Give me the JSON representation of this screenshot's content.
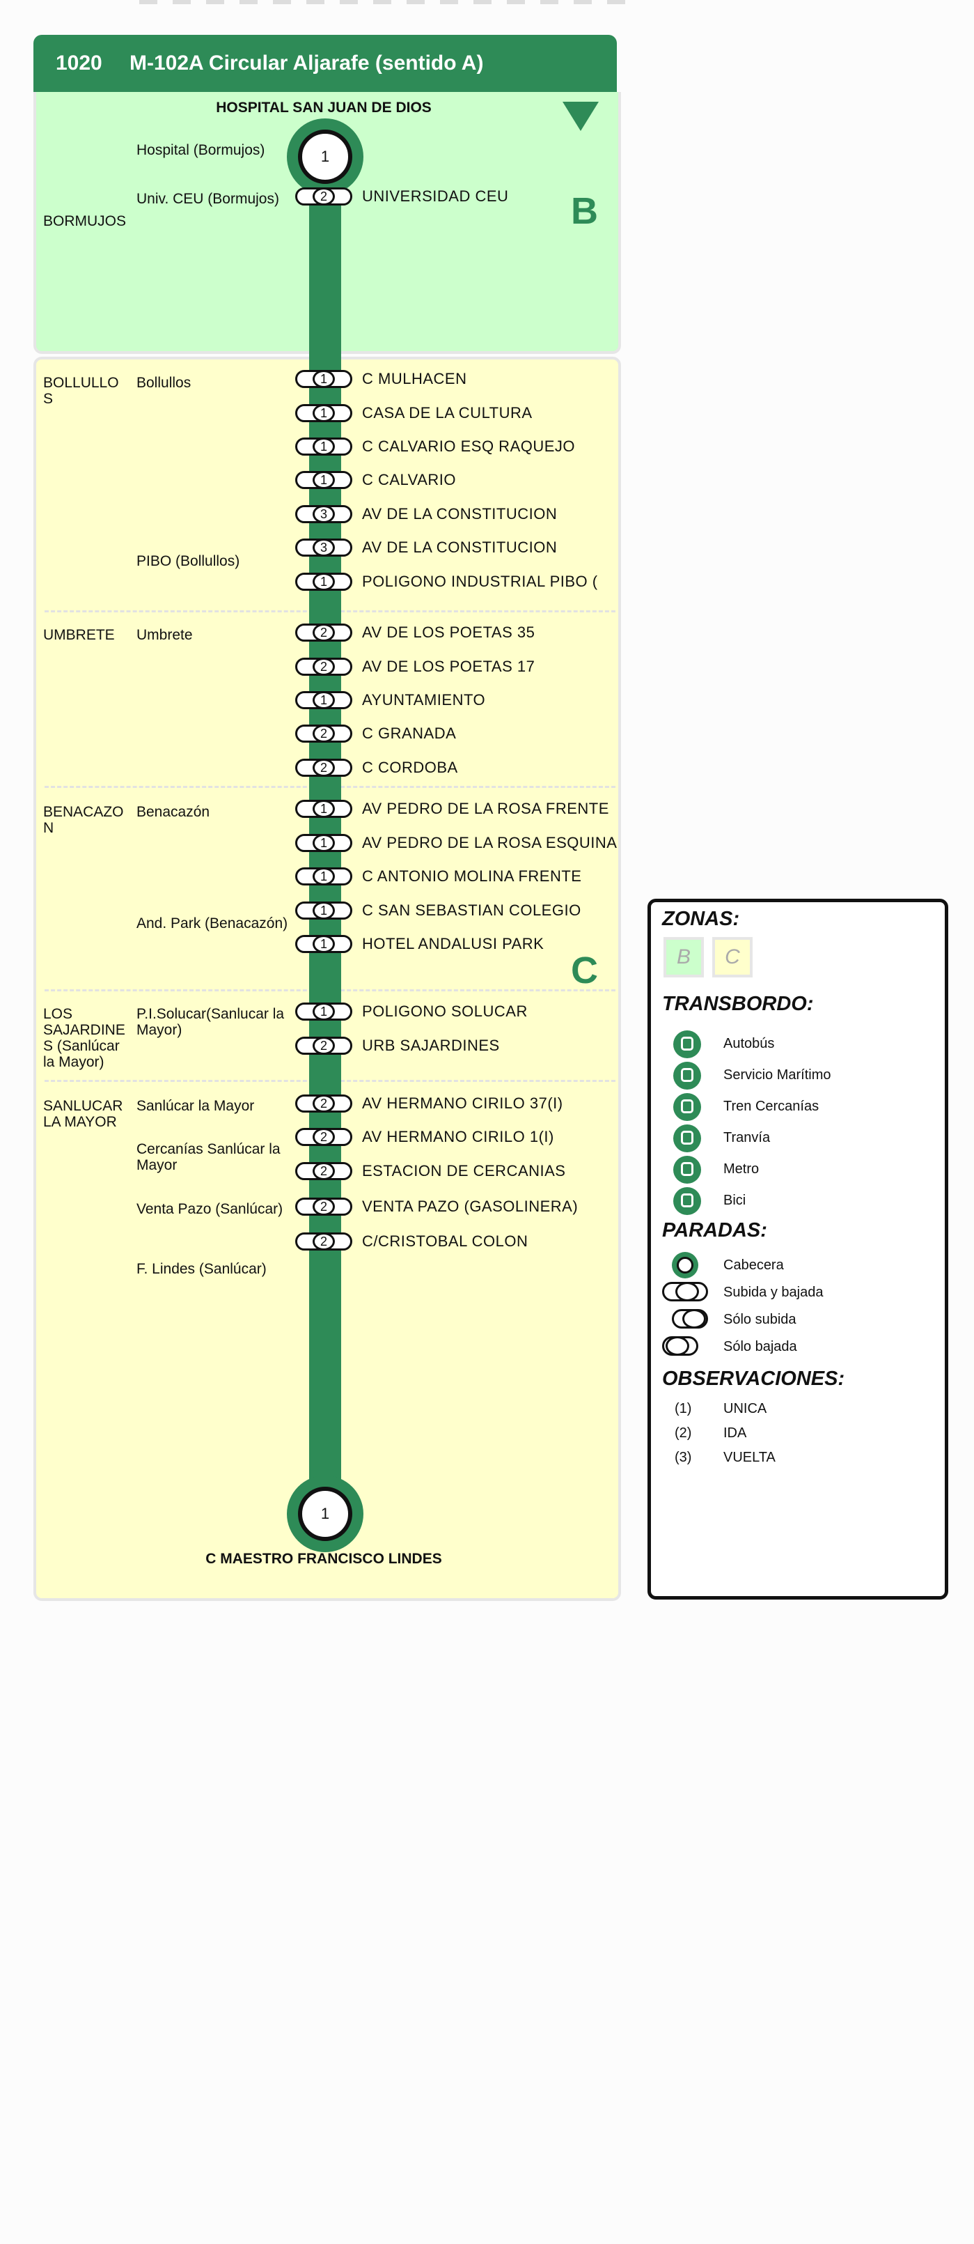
{
  "header": {
    "number": "1020",
    "title": "M-102A Circular Aljarafe (sentido A)"
  },
  "zones": {
    "b": "B",
    "c": "C"
  },
  "terminals": {
    "start": {
      "label": "HOSPITAL SAN JUAN DE DIOS",
      "code": "1"
    },
    "end": {
      "label": "C MAESTRO FRANCISCO LINDES",
      "code": "1"
    }
  },
  "municipalities": [
    "BORMUJOS",
    "BOLLULLO S",
    "UMBRETE",
    "BENACAZO N",
    "LOS SAJARDINE S (Sanlúcar la Mayor)",
    "SANLUCAR LA MAYOR"
  ],
  "localities": [
    "Hospital (Bormujos)",
    "Univ. CEU (Bormujos)",
    "Bollullos",
    "PIBO (Bollullos)",
    "Umbrete",
    "Benacazón",
    "And. Park (Benacazón)",
    "P.I.Solucar(Sanlucar la Mayor)",
    "Sanlúcar la Mayor",
    "Cercanías Sanlúcar la Mayor",
    "Venta Pazo (Sanlúcar)",
    "F. Lindes (Sanlúcar)"
  ],
  "stops": [
    {
      "name": "UNIVERSIDAD CEU",
      "obs": "2"
    },
    {
      "name": "C MULHACEN",
      "obs": "1"
    },
    {
      "name": "CASA DE LA CULTURA",
      "obs": "1"
    },
    {
      "name": "C CALVARIO ESQ RAQUEJO",
      "obs": "1"
    },
    {
      "name": "C CALVARIO",
      "obs": "1"
    },
    {
      "name": "AV DE LA CONSTITUCION",
      "obs": "3"
    },
    {
      "name": "AV DE LA CONSTITUCION",
      "obs": "3"
    },
    {
      "name": "POLIGONO INDUSTRIAL PIBO (",
      "obs": "1"
    },
    {
      "name": "AV DE LOS POETAS 35",
      "obs": "2"
    },
    {
      "name": "AV  DE LOS POETAS  17",
      "obs": "2"
    },
    {
      "name": "AYUNTAMIENTO",
      "obs": "1"
    },
    {
      "name": "C  GRANADA",
      "obs": "2"
    },
    {
      "name": "C  CORDOBA",
      "obs": "2"
    },
    {
      "name": "AV PEDRO DE LA ROSA FRENTE",
      "obs": "1"
    },
    {
      "name": "AV PEDRO DE LA ROSA ESQUINA",
      "obs": "1"
    },
    {
      "name": "C ANTONIO MOLINA FRENTE",
      "obs": "1"
    },
    {
      "name": "C SAN SEBASTIAN COLEGIO",
      "obs": "1"
    },
    {
      "name": "HOTEL ANDALUSI PARK",
      "obs": "1"
    },
    {
      "name": "POLIGONO SOLUCAR",
      "obs": "1"
    },
    {
      "name": "URB SAJARDINES",
      "obs": "2"
    },
    {
      "name": "AV HERMANO CIRILO 37(I)",
      "obs": "2"
    },
    {
      "name": "AV HERMANO CIRILO 1(I)",
      "obs": "2"
    },
    {
      "name": "ESTACION DE CERCANIAS",
      "obs": "2"
    },
    {
      "name": "VENTA PAZO (GASOLINERA)",
      "obs": "2"
    },
    {
      "name": "C/CRISTOBAL COLON",
      "obs": "2"
    }
  ],
  "legend": {
    "zonas_title": "ZONAS:",
    "zone_b": "B",
    "zone_c": "C",
    "transbordo_title": "TRANSBORDO:",
    "transbordo": [
      "Autobús",
      "Servicio Marítimo",
      "Tren Cercanías",
      "Tranvía",
      "Metro",
      "Bici"
    ],
    "paradas_title": "PARADAS:",
    "paradas": [
      "Cabecera",
      "Subida y bajada",
      "Sólo subida",
      "Sólo bajada"
    ],
    "obs_title": "OBSERVACIONES:",
    "observaciones": [
      {
        "code": "(1)",
        "label": "UNICA"
      },
      {
        "code": "(2)",
        "label": "IDA"
      },
      {
        "code": "(3)",
        "label": "VUELTA"
      }
    ]
  },
  "colors": {
    "line": "#2e8b57",
    "zone_b": "#ccffcc",
    "zone_c": "#ffffcc"
  }
}
